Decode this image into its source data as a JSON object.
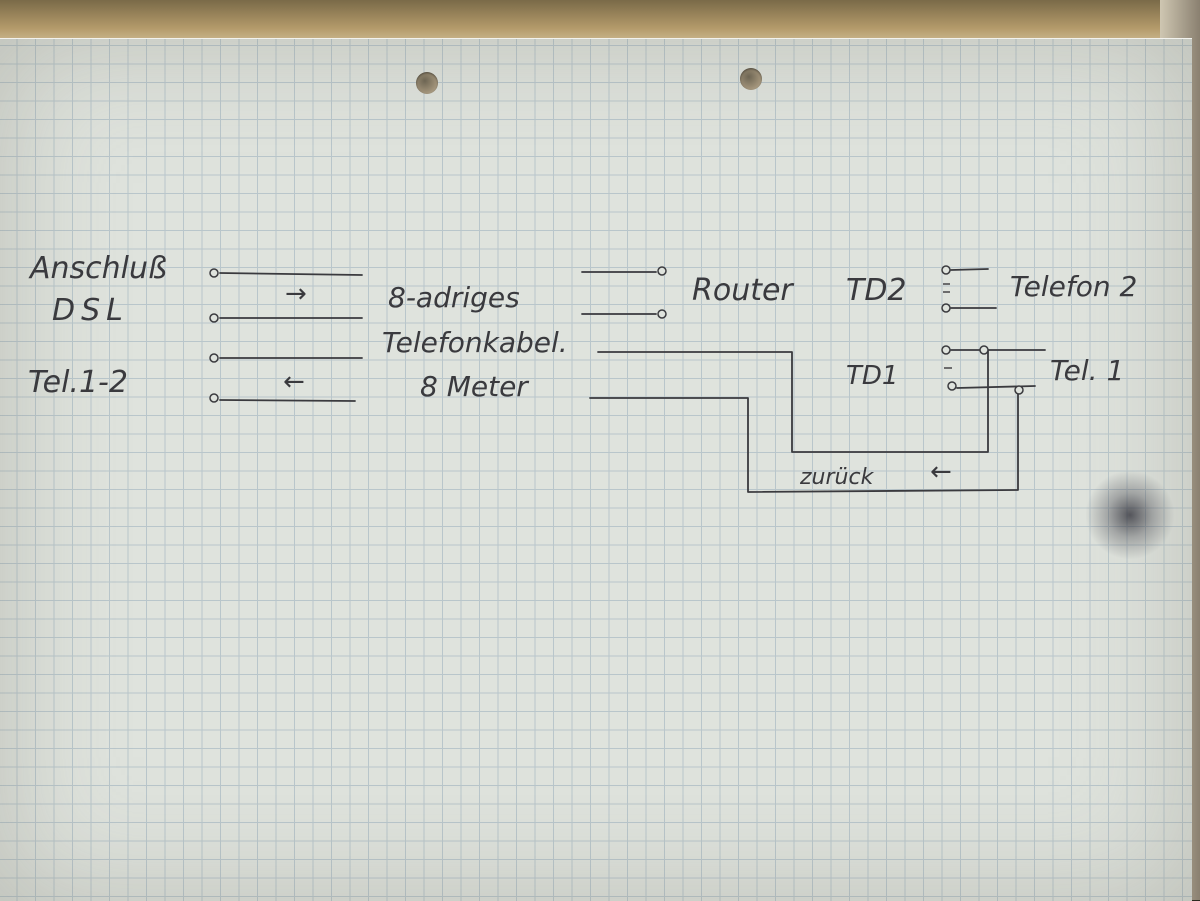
{
  "labels": {
    "anschluss": "Anschluß",
    "dsl": "DSL",
    "tel12": "Tel.1-2",
    "kabel_line1": "8-adriges",
    "kabel_line2": "Telefonkabel.",
    "kabel_line3": "8 Meter",
    "router": "Router",
    "td2": "TD2",
    "td1": "TD1",
    "telefon2": "Telefon 2",
    "tel1": "Tel. 1",
    "zurueck": "zurück"
  },
  "arrows": {
    "top": "→",
    "bottom": "←",
    "zurueck": "←"
  },
  "colors": {
    "ink": "#3a3a3e",
    "paper": "#dfe3dd",
    "grid": "#b9c6cb"
  }
}
